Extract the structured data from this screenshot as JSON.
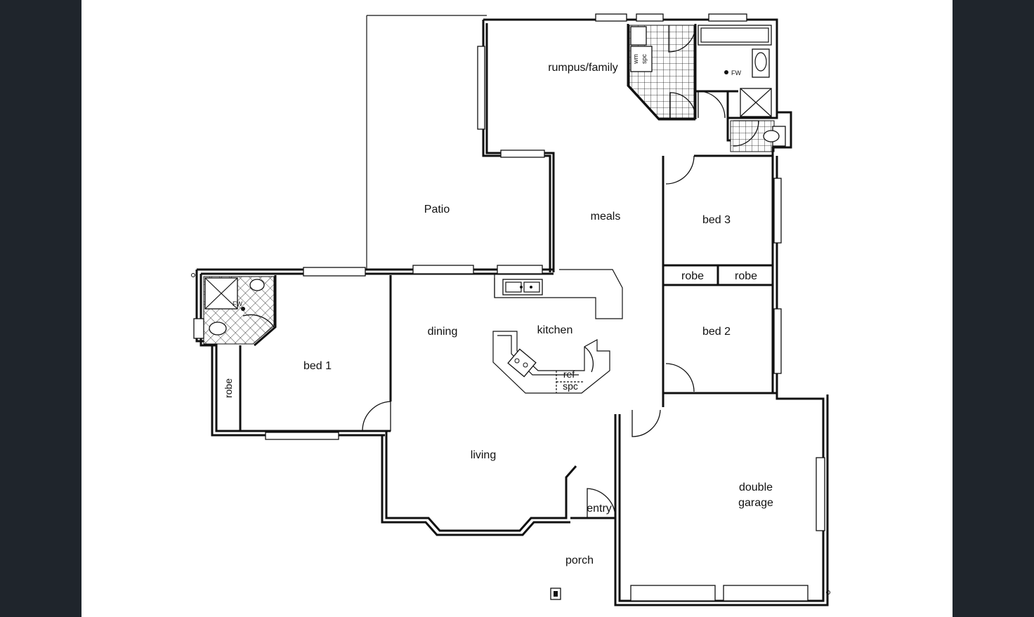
{
  "rooms": {
    "rumpus": "rumpus/family",
    "patio": "Patio",
    "meals": "meals",
    "bed3": "bed 3",
    "robe_a": "robe",
    "robe_b": "robe",
    "bed2": "bed 2",
    "kitchen": "kitchen",
    "dining": "dining",
    "bed1": "bed 1",
    "robe_bed1": "robe",
    "living": "living",
    "entry": "entry",
    "porch": "porch",
    "garage_line1": "double",
    "garage_line2": "garage"
  },
  "fixtures": {
    "wm": "wm",
    "spc": "spc",
    "fw_bath": "FW",
    "fw_ensuite": "FW",
    "ref": "ref",
    "ref_spc": "spc"
  },
  "colors": {
    "frame": "#1f252c",
    "paper": "#ffffff",
    "ink": "#111111"
  }
}
